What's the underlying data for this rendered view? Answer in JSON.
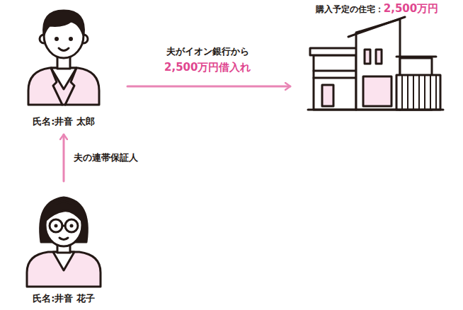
{
  "diagram": {
    "nodes": [
      {
        "text": [
          "氏名:井音 太郎"
        ]
      },
      {
        "text": [
          "氏名:井音 花子"
        ]
      },
      {
        "text": [
          "購入予定の住宅：",
          "2,500万円"
        ]
      }
    ],
    "edges": [
      {
        "from": 1,
        "to": 0,
        "arrow": "to",
        "label": "夫の連帯保証人"
      },
      {
        "from": 0,
        "to": 2,
        "arrow": "to",
        "label": "夫がイオン銀行から"
      }
    ],
    "labels": [
      "2,500万円借入れ"
    ]
  }
}
